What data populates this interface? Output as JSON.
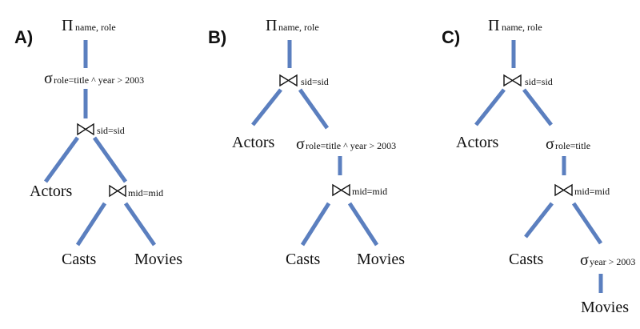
{
  "panels": {
    "a": {
      "label": "A)",
      "project": {
        "symbol": "Π",
        "sub": "name, role"
      },
      "select": {
        "symbol": "σ",
        "sub": "role=title ^ year > 2003"
      },
      "join_top": {
        "sub": "sid=sid"
      },
      "actors": "Actors",
      "join_bottom": {
        "sub": "mid=mid"
      },
      "casts": "Casts",
      "movies": "Movies"
    },
    "b": {
      "label": "B)",
      "project": {
        "symbol": "Π",
        "sub": "name, role"
      },
      "join_top": {
        "sub": "sid=sid"
      },
      "actors": "Actors",
      "select": {
        "symbol": "σ",
        "sub": "role=title ^ year > 2003"
      },
      "join_bottom": {
        "sub": "mid=mid"
      },
      "casts": "Casts",
      "movies": "Movies"
    },
    "c": {
      "label": "C)",
      "project": {
        "symbol": "Π",
        "sub": "name, role"
      },
      "join_top": {
        "sub": "sid=sid"
      },
      "actors": "Actors",
      "select_role": {
        "symbol": "σ",
        "sub": "role=title"
      },
      "join_bottom": {
        "sub": "mid=mid"
      },
      "casts": "Casts",
      "select_year": {
        "symbol": "σ",
        "sub": "year > 2003"
      },
      "movies": "Movies"
    }
  },
  "colors": {
    "edge": "#5b7fbf",
    "text": "#111111"
  }
}
